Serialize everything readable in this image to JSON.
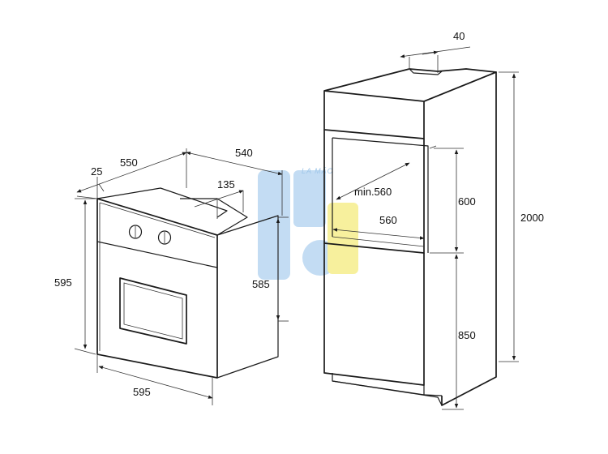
{
  "oven": {
    "dims": {
      "depth_front": "25",
      "depth_body": "550",
      "depth_total": "540",
      "vent_offset": "135",
      "height_front": "595",
      "height_body": "585",
      "width_front": "595"
    }
  },
  "cabinet": {
    "dims": {
      "top_gap": "40",
      "niche_depth": "min.560",
      "niche_width": "560",
      "niche_height": "600",
      "base_height": "850",
      "total_height": "2000"
    }
  },
  "watermark": {
    "text": "LA MÃO",
    "colors": {
      "blue": "#b9d7f1",
      "yellow": "#f6ee8c"
    }
  },
  "colors": {
    "line": "#1a1a1a"
  }
}
